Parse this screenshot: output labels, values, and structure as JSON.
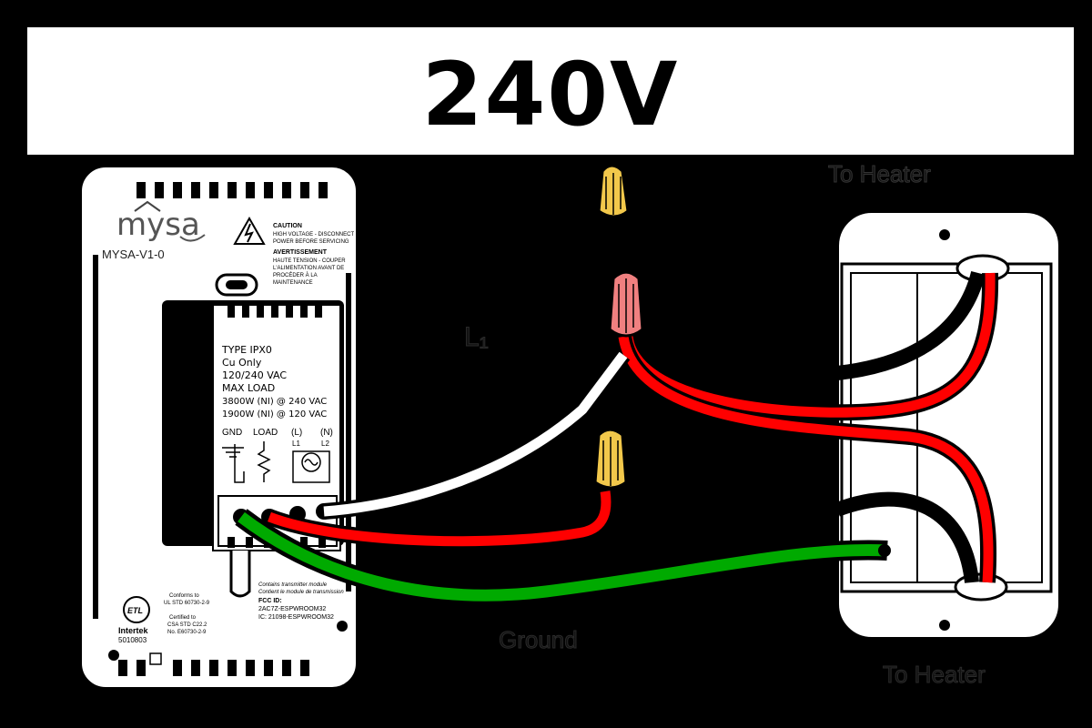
{
  "title": "240V",
  "thermostat": {
    "brand": "mysa",
    "model": "MYSA-V1-0",
    "caution_title": "CAUTION",
    "caution_text": [
      "HIGH VOLTAGE - DISCONNECT",
      "POWER BEFORE SERVICING"
    ],
    "avertissement_title": "AVERTISSEMENT",
    "avertissement_text": [
      "HAUTE TENSION - COUPER",
      "L'ALIMENTATION AVANT DE",
      "PROCÉDER À LA",
      "MAINTENANCE"
    ],
    "specs": [
      "TYPE IPX0",
      "Cu Only",
      "120/240 VAC",
      "MAX LOAD",
      "3800W (NI) @ 240 VAC",
      "1900W (NI) @ 120 VAC"
    ],
    "terminals": [
      "GND",
      "LOAD",
      "(L)",
      "(N)"
    ],
    "terminal_subs": [
      "L1",
      "L2"
    ],
    "conforms": [
      "Conforms to",
      "UL STD 60730-2-9"
    ],
    "certified": [
      "Certified to",
      "CSA STD C22.2",
      "No. E60730-2-9"
    ],
    "etl": {
      "mark": "ETL",
      "maker": "Intertek",
      "number": "5010803"
    },
    "fcc": [
      "Contains transmitter module",
      "Contient le module de transmission",
      "FCC ID:",
      "2AC7Z-ESPWROOM32",
      "IC: 21098-ESPWROOM32"
    ]
  },
  "labels": {
    "l1": "L₁",
    "ground": "Ground",
    "to_heater_top": "To Heater",
    "to_heater_bottom": "To Heater"
  },
  "colors": {
    "line_black": "#000000",
    "line_red": "#ff0000",
    "neutral_white": "#ffffff",
    "ground_green": "#00aa00",
    "nut_yellow": "#f2c84b",
    "nut_red": "#f08080"
  }
}
